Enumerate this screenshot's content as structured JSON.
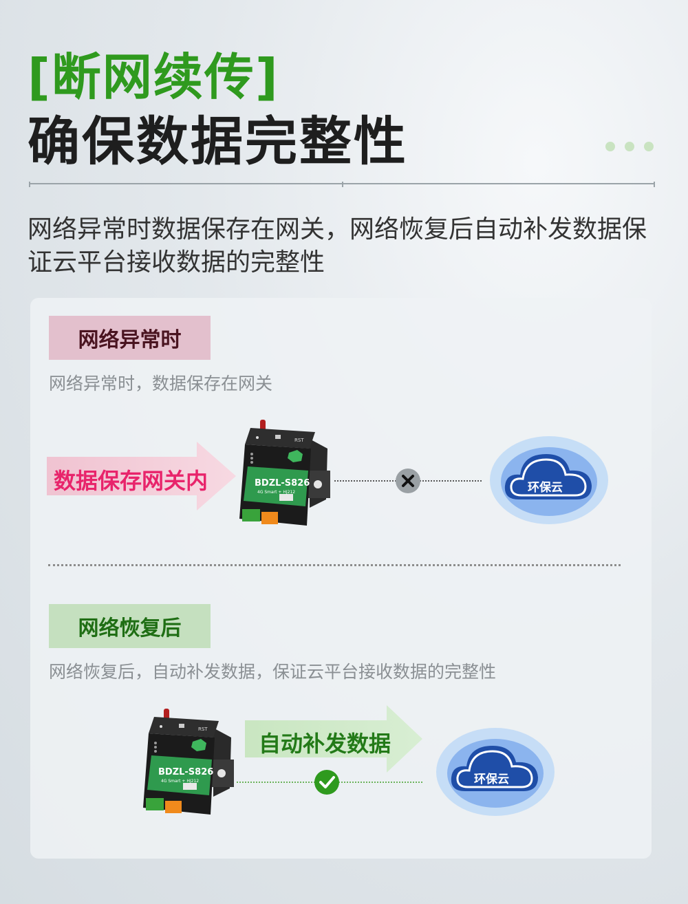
{
  "header": {
    "bracket_title": "[断网续传]",
    "main_title": "确保数据完整性",
    "description": "网络异常时数据保存在网关，网络恢复后自动补发数据保证云平台接收数据的完整性"
  },
  "section_abnormal": {
    "tag": "网络异常时",
    "subtitle": "网络异常时，数据保存在网关",
    "arrow_label": "数据保存网关内",
    "cloud_label": "环保云"
  },
  "section_recovered": {
    "tag": "网络恢复后",
    "subtitle": "网络恢复后，自动补发数据，保证云平台接收数据的完整性",
    "arrow_label": "自动补发数据",
    "cloud_label": "环保云"
  },
  "device": {
    "model": "BDZL-S826",
    "sub_model": "4G Smart + HJ212",
    "rst": "RST"
  },
  "colors": {
    "accent_green": "#2f9a1e",
    "pink_text": "#e8246b",
    "cloud_blue": "#1f4ea8"
  },
  "icons": {
    "fail": "x-circle-icon",
    "success": "check-circle-icon"
  }
}
